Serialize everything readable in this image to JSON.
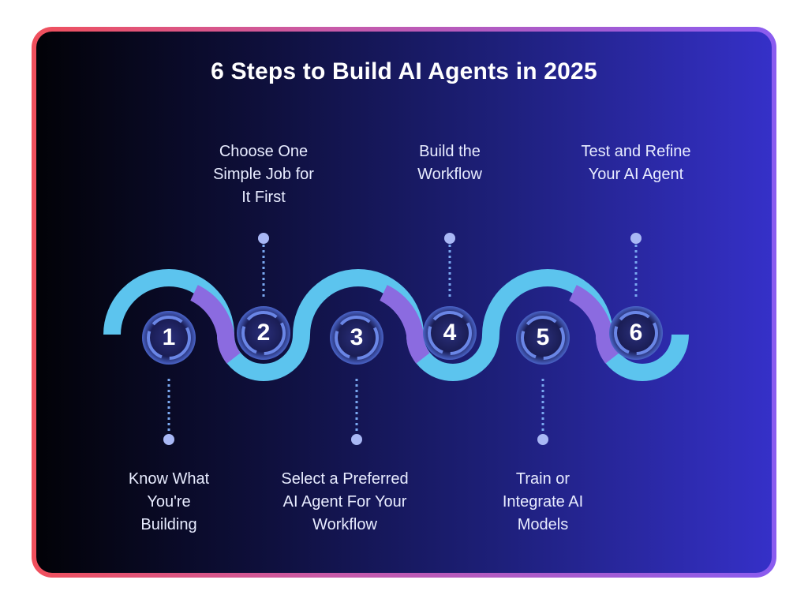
{
  "title": "6 Steps to Build AI Agents in 2025",
  "steps": [
    {
      "number": "1",
      "label": "Know What\nYou're\nBuilding"
    },
    {
      "number": "2",
      "label": "Choose One\nSimple Job for\nIt First"
    },
    {
      "number": "3",
      "label": "Select a Preferred\nAI Agent For Your\nWorkflow"
    },
    {
      "number": "4",
      "label": "Build the\nWorkflow"
    },
    {
      "number": "5",
      "label": "Train or\nIntegrate AI\nModels"
    },
    {
      "number": "6",
      "label": "Test and Refine\nYour AI Agent"
    }
  ],
  "colors": {
    "wave_light_blue": "#5cc4ee",
    "wave_purple": "#8b6be0",
    "connector": "#7aa8f0",
    "frame_gradient": [
      "#f0505c",
      "#8a5cf0"
    ]
  }
}
